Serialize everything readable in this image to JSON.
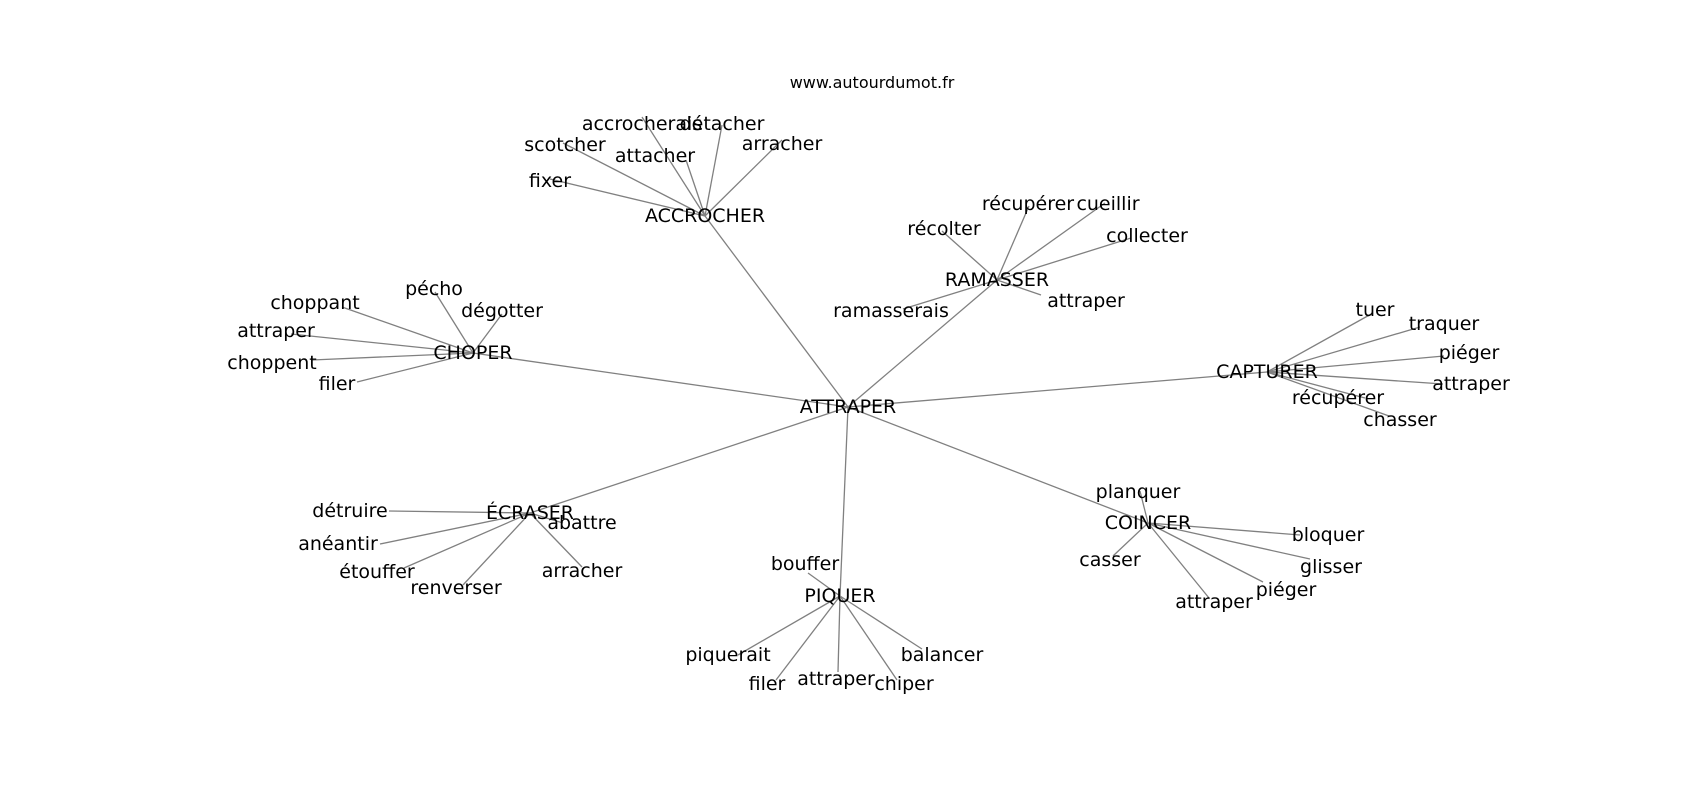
{
  "source": "www.autourdumot.fr",
  "root": "ATTRAPER",
  "clusters": [
    {
      "hub": "ACCROCHER",
      "leaves": [
        "accrocherais",
        "détacher",
        "scotcher",
        "attacher",
        "arracher",
        "fixer"
      ]
    },
    {
      "hub": "RAMASSER",
      "leaves": [
        "récupérer",
        "cueillir",
        "récolter",
        "collecter",
        "ramasserais",
        "attraper"
      ]
    },
    {
      "hub": "CHOPER",
      "leaves": [
        "pécho",
        "choppant",
        "attraper",
        "dégotter",
        "choppent",
        "filer"
      ]
    },
    {
      "hub": "CAPTURER",
      "leaves": [
        "tuer",
        "traquer",
        "piéger",
        "attraper",
        "récupérer",
        "chasser"
      ]
    },
    {
      "hub": "ÉCRASER",
      "leaves": [
        "détruire",
        "abattre",
        "anéantir",
        "étouffer",
        "renverser",
        "arracher"
      ]
    },
    {
      "hub": "PIQUER",
      "leaves": [
        "bouffer",
        "piquerait",
        "balancer",
        "filer",
        "attraper",
        "chiper"
      ]
    },
    {
      "hub": "COINCER",
      "leaves": [
        "planquer",
        "bloquer",
        "casser",
        "glisser",
        "piéger",
        "attraper"
      ]
    }
  ]
}
